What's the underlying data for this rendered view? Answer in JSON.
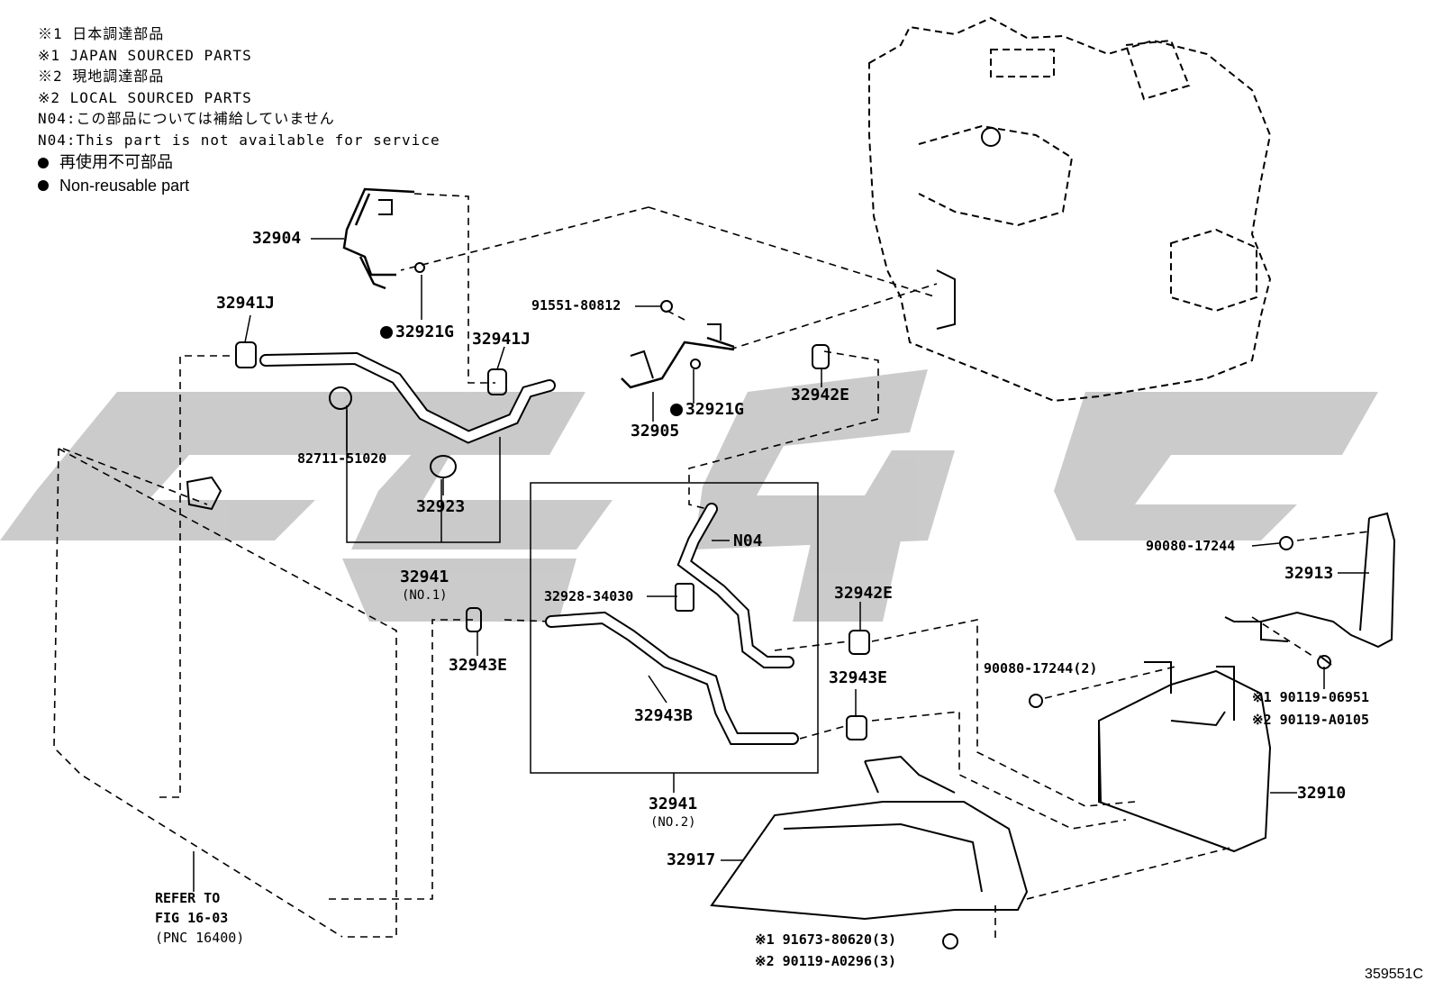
{
  "legend": {
    "line1": "※1 日本調達部品",
    "line2": "※1 JAPAN SOURCED PARTS",
    "line3": "※2 現地調達部品",
    "line4": "※2 LOCAL SOURCED PARTS",
    "line5": "N04:この部品については補給していません",
    "line6": "N04:This part is not available for service",
    "line7": "再使用不可部品",
    "line8": "Non-reusable part"
  },
  "labels": {
    "p32904": "32904",
    "p32941J_a": "32941J",
    "p32921G_a": "32921G",
    "p32941J_b": "32941J",
    "p91551": "91551-80812",
    "p32921G_b": "32921G",
    "p32905": "32905",
    "p32942E_a": "32942E",
    "p82711": "82711-51020",
    "p32923": "32923",
    "p32941_1": "32941",
    "p32941_1_sub": "(NO.1)",
    "pN04": "N04",
    "p32928": "32928-34030",
    "p32942E_b": "32942E",
    "p32943E_a": "32943E",
    "p32943E_b": "32943E",
    "p32943B": "32943B",
    "p32941_2": "32941",
    "p32941_2_sub": "(NO.2)",
    "p90080_a": "90080-17244",
    "p32913": "32913",
    "p90080_b": "90080-17244(2)",
    "p90119_1": "※1 90119-06951",
    "p90119_2": "※2 90119-A0105",
    "p32910": "32910",
    "p32917": "32917",
    "p91673": "※1 91673-80620(3)",
    "p90119_3": "※2 90119-A0296(3)",
    "refer1": "REFER TO",
    "refer2": "FIG 16-03",
    "refer3": "(PNC 16400)",
    "figure_id": "359551C"
  },
  "colors": {
    "line": "#000000",
    "watermark": "#c8c8c8"
  }
}
